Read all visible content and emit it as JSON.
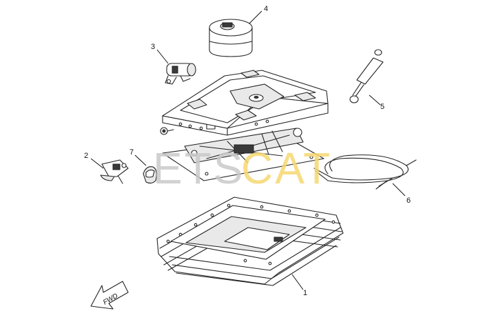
{
  "callouts": [
    {
      "id": "1",
      "label": "1"
    },
    {
      "id": "2",
      "label": "2"
    },
    {
      "id": "3",
      "label": "3"
    },
    {
      "id": "4",
      "label": "4"
    },
    {
      "id": "5",
      "label": "5"
    },
    {
      "id": "6",
      "label": "6"
    },
    {
      "id": "7",
      "label": "7"
    }
  ],
  "direction_arrow": {
    "label": "FWD"
  },
  "watermark": {
    "part_a": "ETS",
    "part_b": "CAT"
  },
  "colors": {
    "line": "#222222",
    "watermark_gray": "#c9c9c9",
    "watermark_yellow": "#f6d870"
  }
}
